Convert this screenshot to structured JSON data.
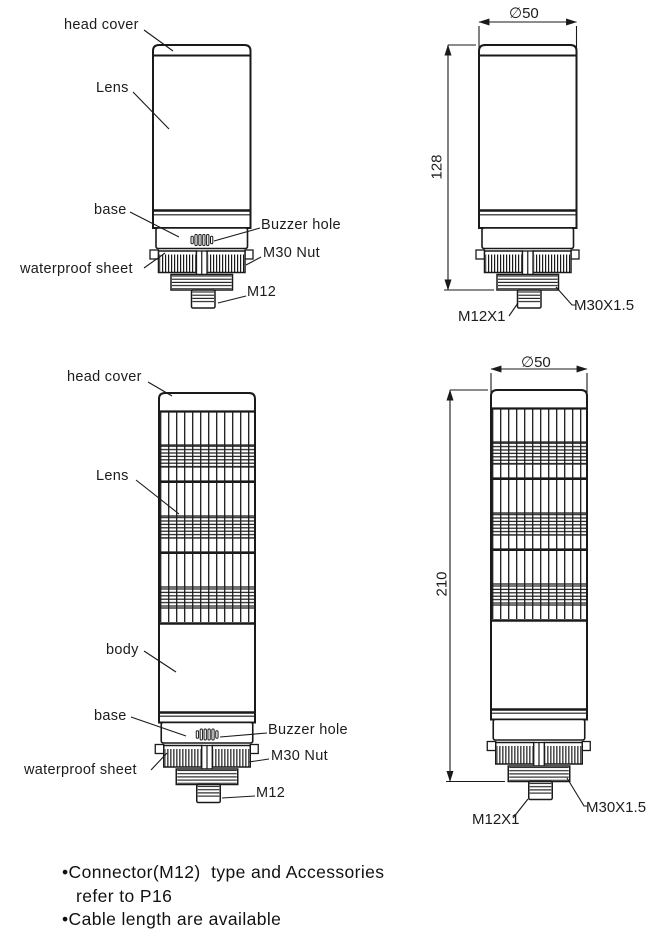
{
  "colors": {
    "line": "#1a1a1a",
    "background": "#ffffff",
    "text": "#1c1c1c"
  },
  "figure_top_left": {
    "labels": {
      "head_cover": "head cover",
      "lens": "Lens",
      "base": "base",
      "buzzer_hole": "Buzzer hole",
      "m30_nut": "M30 Nut",
      "waterproof_sheet": "waterproof sheet",
      "m12": "M12"
    }
  },
  "figure_top_right": {
    "dimensions": {
      "diameter": "∅50",
      "height": "128",
      "m12_thread": "M12X1",
      "m30_thread": "M30X1.5"
    }
  },
  "figure_bottom_left": {
    "labels": {
      "head_cover": "head cover",
      "lens": "Lens",
      "body": "body",
      "base": "base",
      "buzzer_hole": "Buzzer hole",
      "m30_nut": "M30 Nut",
      "waterproof_sheet": "waterproof sheet",
      "m12": "M12"
    }
  },
  "figure_bottom_right": {
    "dimensions": {
      "diameter": "∅50",
      "height": "210",
      "m12_thread": "M12X1",
      "m30_thread": "M30X1.5"
    }
  },
  "notes": {
    "bullet1_line1": "•Connector(M12)  type and Accessories",
    "bullet1_line2": "refer to P16",
    "bullet2": "•Cable length are available"
  }
}
